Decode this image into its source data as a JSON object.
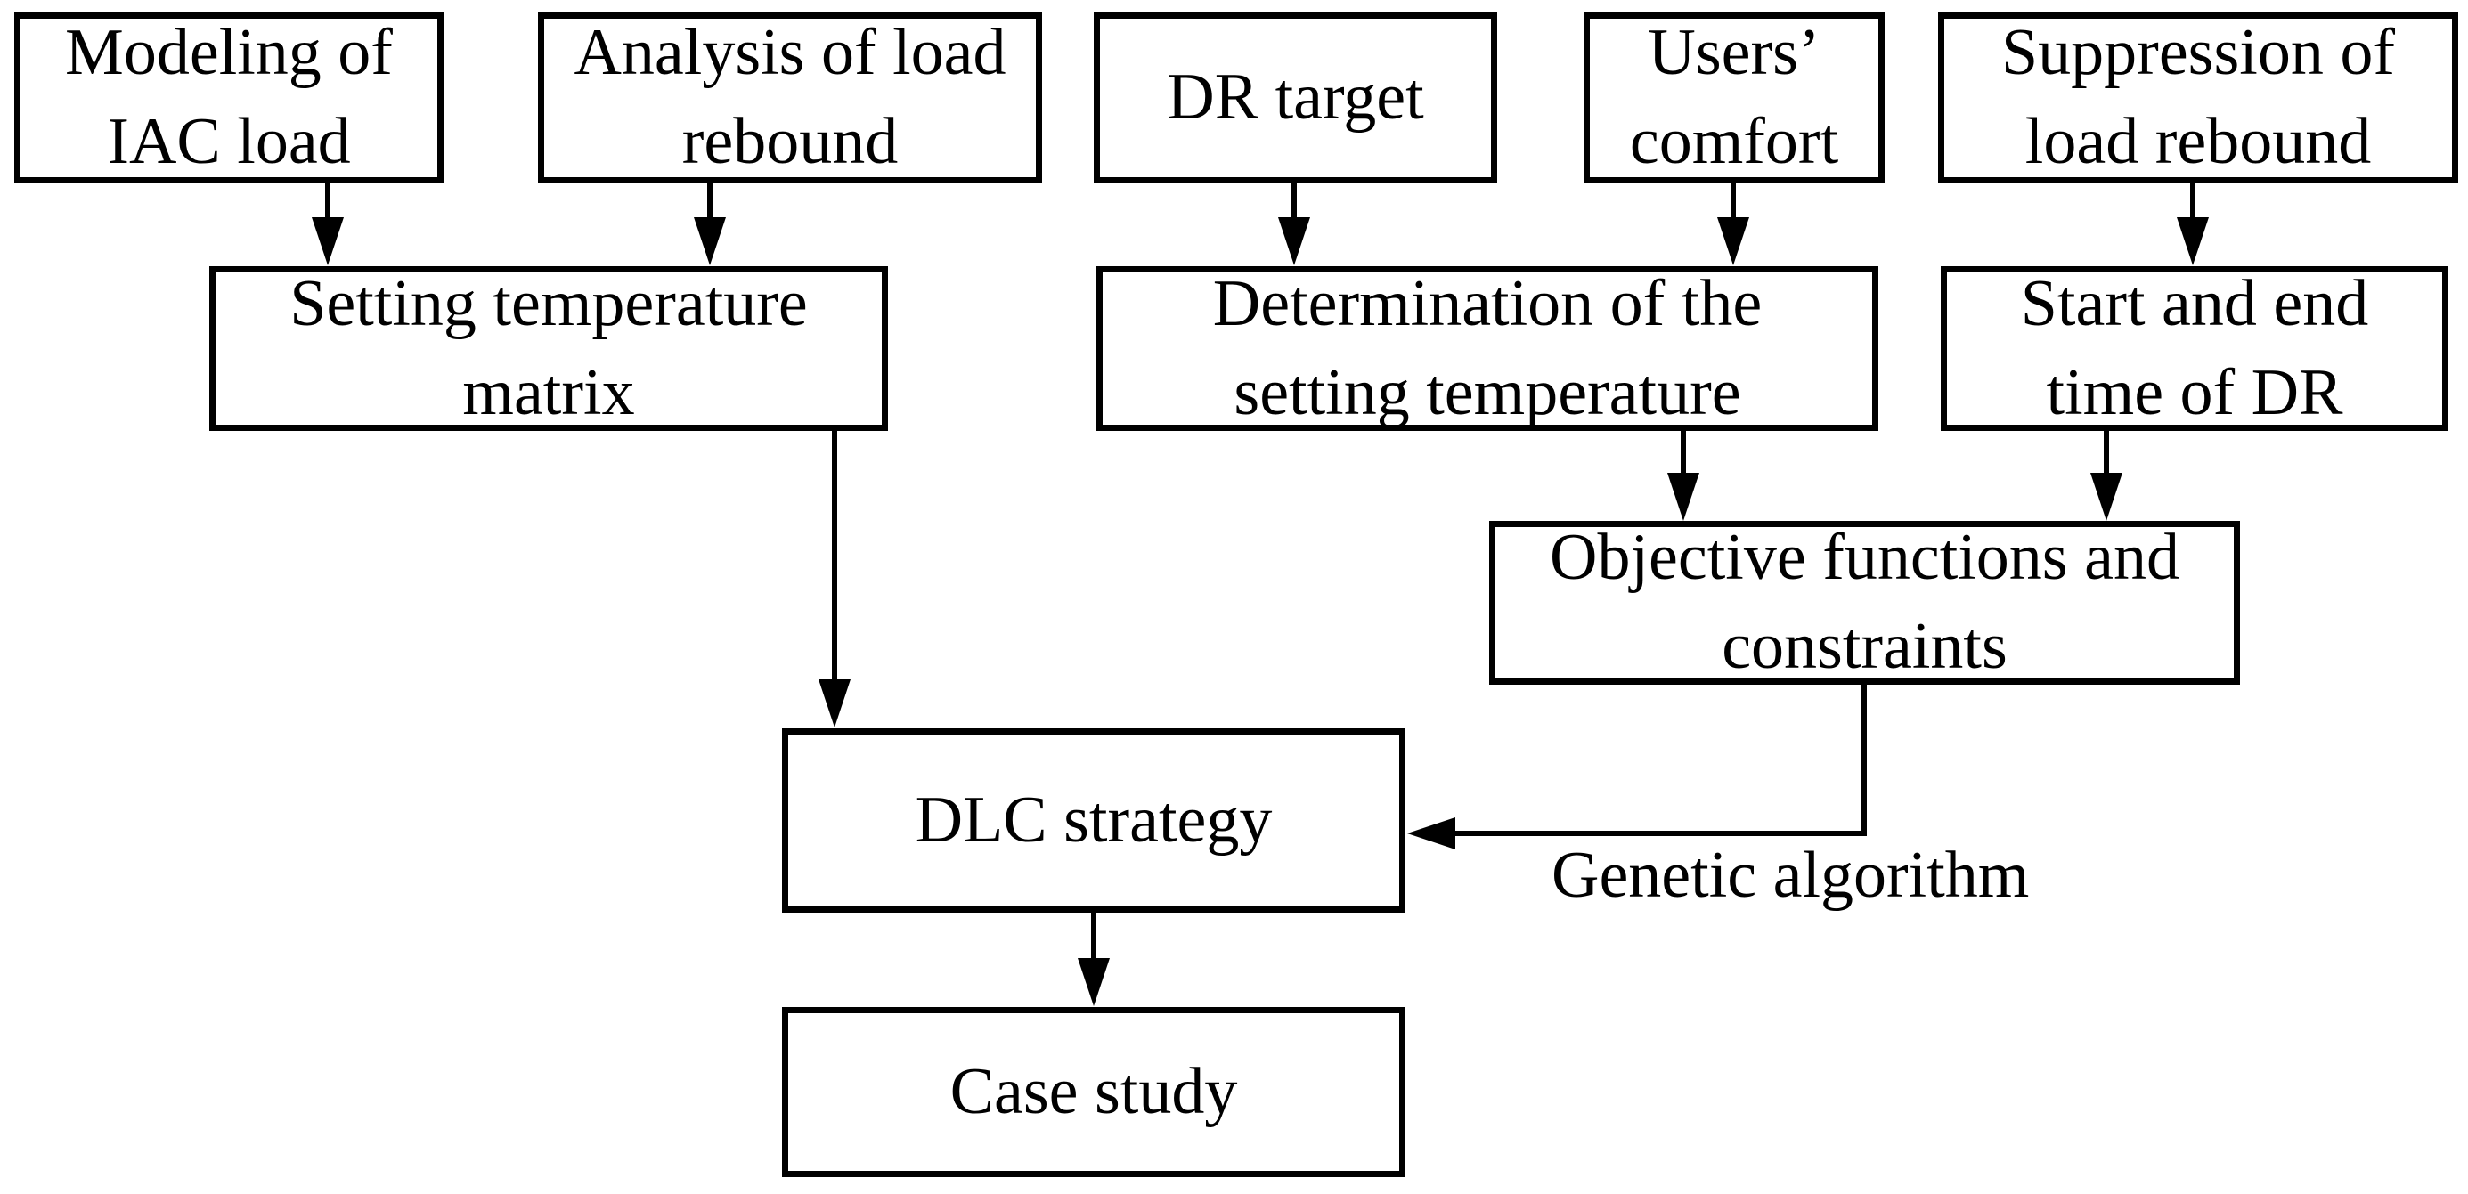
{
  "diagram": {
    "background_color": "#ffffff",
    "stroke_color": "#000000",
    "nodes": [
      {
        "id": "modeling-iac-load",
        "lines": [
          "Modeling of",
          "IAC load"
        ]
      },
      {
        "id": "analysis-load-rebound",
        "lines": [
          "Analysis of load",
          "rebound"
        ]
      },
      {
        "id": "dr-target",
        "lines": [
          "DR target"
        ]
      },
      {
        "id": "users-comfort",
        "lines": [
          "Users’",
          "comfort"
        ]
      },
      {
        "id": "suppression-load-rebound",
        "lines": [
          "Suppression of",
          "load rebound"
        ]
      },
      {
        "id": "setting-temperature-matrix",
        "lines": [
          "Setting temperature",
          "matrix"
        ]
      },
      {
        "id": "determination-setting-temperature",
        "lines": [
          "Determination of the",
          "setting temperature"
        ]
      },
      {
        "id": "start-end-time-of-dr",
        "lines": [
          "Start and end",
          "time of DR"
        ]
      },
      {
        "id": "objective-functions-constraints",
        "lines": [
          "Objective functions and",
          "constraints"
        ]
      },
      {
        "id": "dlc-strategy",
        "lines": [
          "DLC strategy"
        ]
      },
      {
        "id": "case-study",
        "lines": [
          "Case study"
        ]
      }
    ],
    "edges": [
      {
        "from": "modeling-iac-load",
        "to": "setting-temperature-matrix"
      },
      {
        "from": "analysis-load-rebound",
        "to": "setting-temperature-matrix"
      },
      {
        "from": "dr-target",
        "to": "determination-setting-temperature"
      },
      {
        "from": "users-comfort",
        "to": "determination-setting-temperature"
      },
      {
        "from": "suppression-load-rebound",
        "to": "start-end-time-of-dr"
      },
      {
        "from": "determination-setting-temperature",
        "to": "objective-functions-constraints"
      },
      {
        "from": "start-end-time-of-dr",
        "to": "objective-functions-constraints"
      },
      {
        "from": "setting-temperature-matrix",
        "to": "dlc-strategy"
      },
      {
        "from": "objective-functions-constraints",
        "to": "dlc-strategy",
        "label": "Genetic algorithm"
      },
      {
        "from": "dlc-strategy",
        "to": "case-study"
      }
    ]
  }
}
